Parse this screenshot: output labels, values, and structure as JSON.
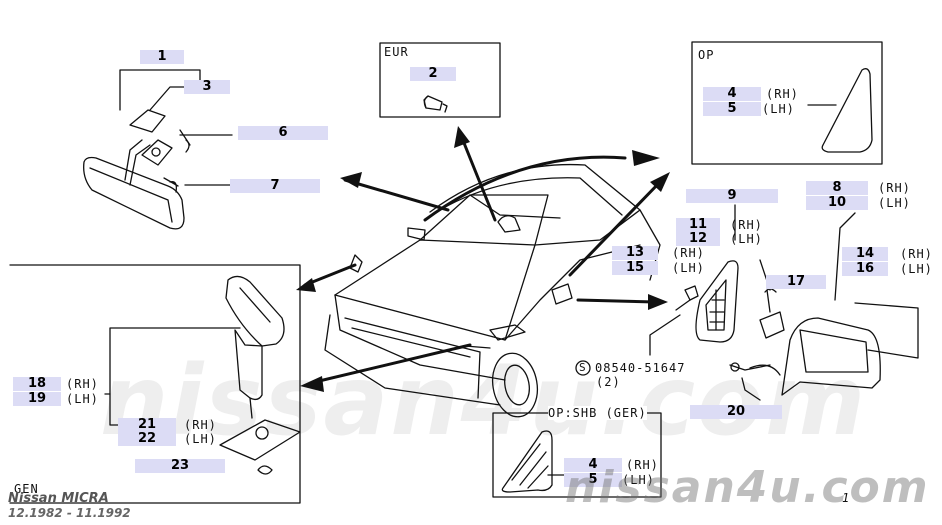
{
  "watermark": {
    "large": "nissan4u.com",
    "small": "nissan4u.com"
  },
  "caption": {
    "model": "Nissan MICRA",
    "period": "12.1982 - 11.1992"
  },
  "boxes": {
    "eur": "EUR",
    "op": "OP",
    "gen": "GEN",
    "op_shb": "OP:SHB (GER)"
  },
  "parts": {
    "p1": "1",
    "p2": "2",
    "p3": "3",
    "p4a": "4",
    "p5a": "5",
    "p6": "6",
    "p7": "7",
    "p8": "8",
    "p9": "9",
    "p10": "10",
    "p11": "11",
    "p12": "12",
    "p13": "13",
    "p14": "14",
    "p15": "15",
    "p16": "16",
    "p17": "17",
    "p18": "18",
    "p19": "19",
    "p20": "20",
    "p21": "21",
    "p22": "22",
    "p23": "23",
    "p4b": "4",
    "p5b": "5"
  },
  "side": {
    "rh": "(RH)",
    "lh": "(LH)"
  },
  "bolt": {
    "code": "08540-51647",
    "qty": "(2)",
    "symbol": "S"
  },
  "page_mark": "1"
}
